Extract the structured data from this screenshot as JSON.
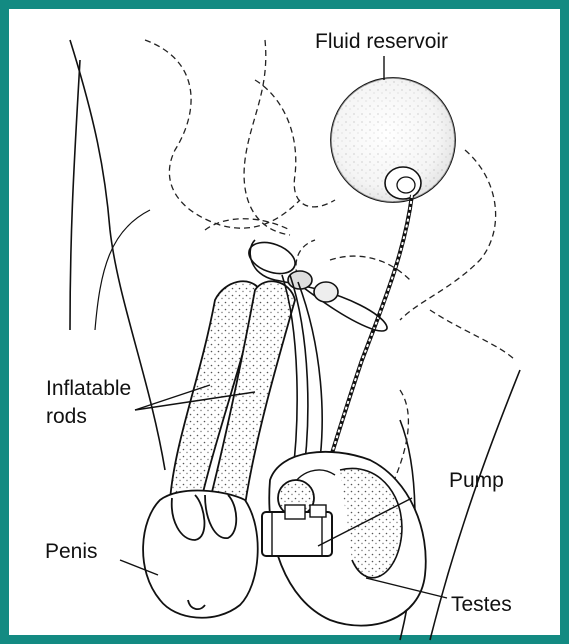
{
  "labels": {
    "fluid_reservoir": "Fluid reservoir",
    "inflatable_rods_line1": "Inflatable",
    "inflatable_rods_line2": "rods",
    "pump": "Pump",
    "penis": "Penis",
    "testes": "Testes"
  },
  "colors": {
    "frame": "#138a82",
    "ink": "#111111",
    "background": "#ffffff"
  }
}
